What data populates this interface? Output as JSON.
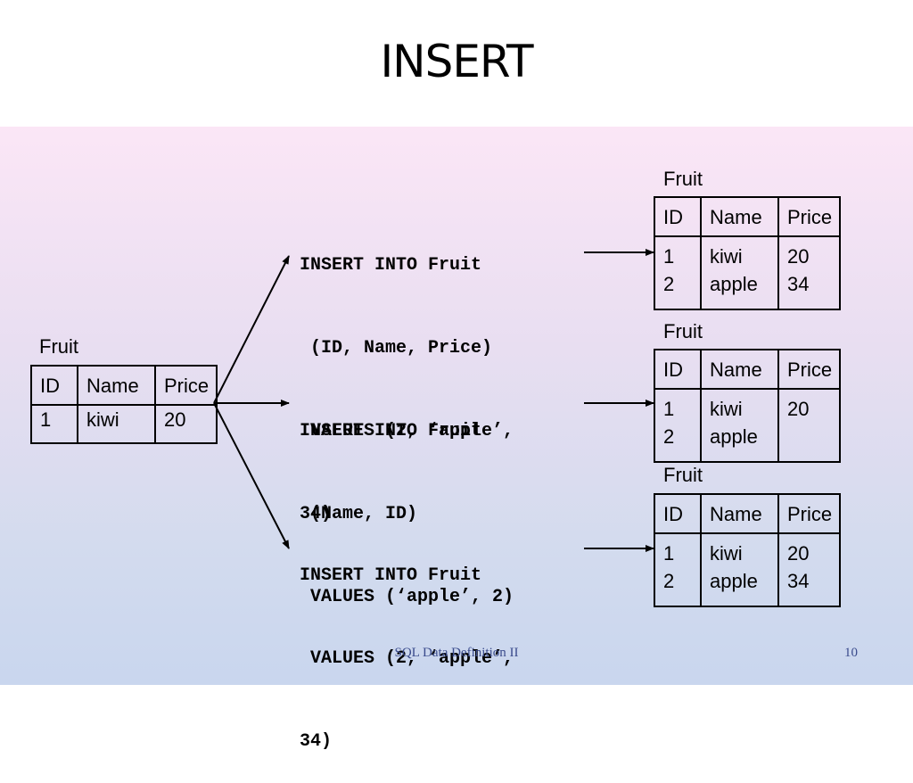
{
  "title": "INSERT",
  "source_table": {
    "caption": "Fruit",
    "headers": [
      "ID",
      "Name",
      "Price"
    ],
    "rows": [
      [
        "1",
        "kiwi",
        "20"
      ]
    ]
  },
  "statements": [
    {
      "lines": [
        "INSERT INTO Fruit",
        " (ID, Name, Price)",
        " VALUES (2, ‘apple’,",
        "34)"
      ],
      "result": {
        "caption": "Fruit",
        "headers": [
          "ID",
          "Name",
          "Price"
        ],
        "ids": [
          "1",
          "2"
        ],
        "names": [
          "kiwi",
          "apple"
        ],
        "prices": [
          "20",
          "34"
        ]
      }
    },
    {
      "lines": [
        "INSERT INTO Fruit",
        " (Name, ID)",
        " VALUES (‘apple’, 2)"
      ],
      "result": {
        "caption": "Fruit",
        "headers": [
          "ID",
          "Name",
          "Price"
        ],
        "ids": [
          "1",
          "2"
        ],
        "names": [
          "kiwi",
          "apple"
        ],
        "prices": [
          "20"
        ]
      }
    },
    {
      "lines": [
        "INSERT INTO Fruit",
        " VALUES (2, ‘apple’,",
        "34)"
      ],
      "result": {
        "caption": "Fruit",
        "headers": [
          "ID",
          "Name",
          "Price"
        ],
        "ids": [
          "1",
          "2"
        ],
        "names": [
          "kiwi",
          "apple"
        ],
        "prices": [
          "20",
          "34"
        ]
      }
    }
  ],
  "footer": {
    "course": "SQL Data Definition II",
    "page_number": "10"
  }
}
